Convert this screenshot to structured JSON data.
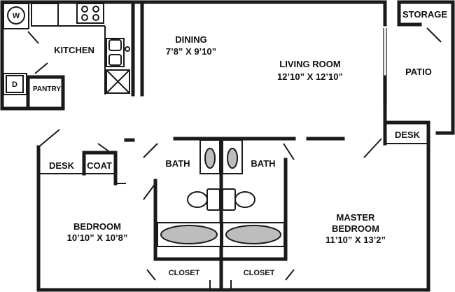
{
  "rooms": {
    "washer": "W",
    "dryer": "D",
    "pantry": "PANTRY",
    "kitchen": "KITCHEN",
    "dining": {
      "name": "DINING",
      "size": "7’8” X 9’10”"
    },
    "living": {
      "name": "LIVING ROOM",
      "size": "12’10” X 12’10”"
    },
    "storage": "STORAGE",
    "patio": "PATIO",
    "desk_right": "DESK",
    "desk_left": "DESK",
    "coat": "COAT",
    "bath_left": "BATH",
    "bath_right": "BATH",
    "bedroom": {
      "name": "BEDROOM",
      "size": "10’10” X 10’8”"
    },
    "master": {
      "name": "MASTER",
      "name2": "BEDROOM",
      "size": "11’10” X 13’2”"
    },
    "closet_left": "CLOSET",
    "closet_right": "CLOSET"
  }
}
